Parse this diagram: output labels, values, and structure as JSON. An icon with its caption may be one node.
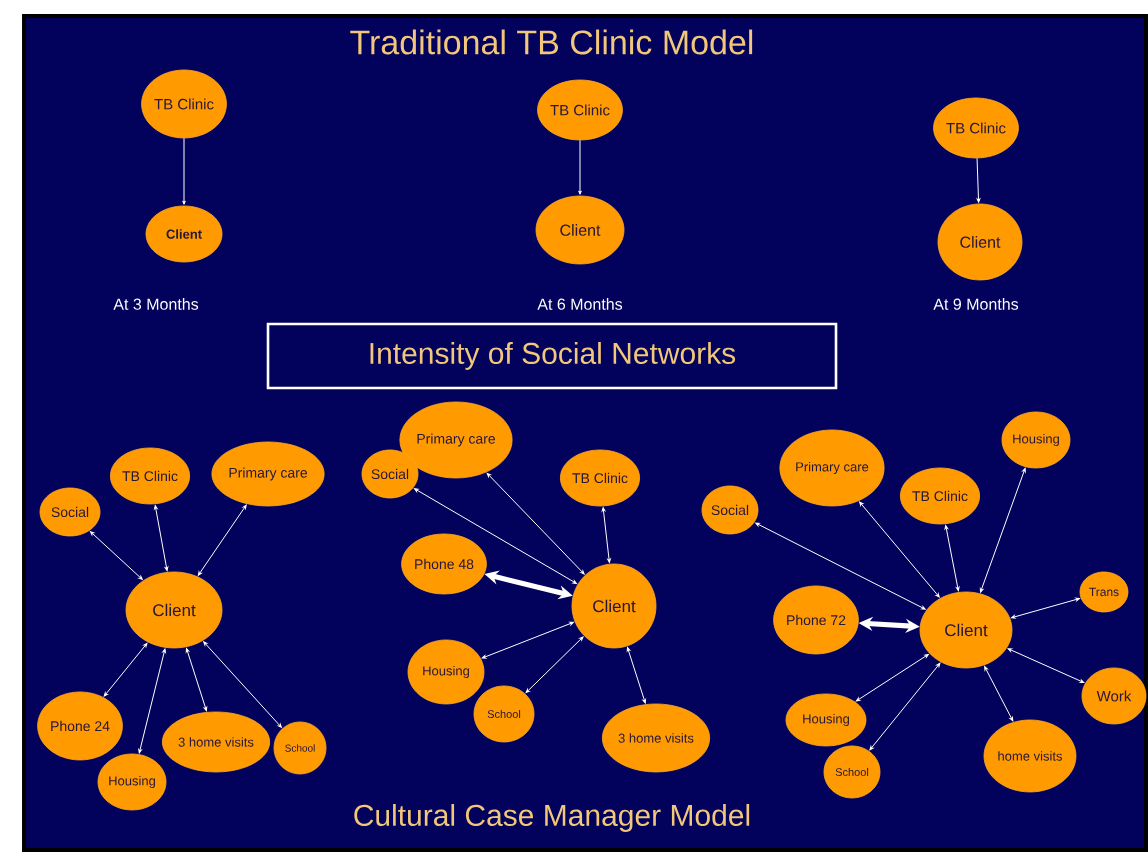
{
  "diagram": {
    "title": "Traditional TB Clinic Model",
    "nodes": [
      {
        "text": [
          "TB Clinic"
        ]
      },
      {
        "text": [
          "Client"
        ]
      },
      {
        "text": [
          "TB Clinic"
        ]
      },
      {
        "text": [
          "Client"
        ]
      },
      {
        "text": [
          "TB Clinic"
        ]
      },
      {
        "text": [
          "Client"
        ]
      },
      {
        "text": [
          "Intensity of Social Networks"
        ]
      },
      {
        "text": [
          "Social"
        ]
      },
      {
        "text": [
          "TB Clinic"
        ]
      },
      {
        "text": [
          "Primary care"
        ]
      },
      {
        "text": [
          "Client"
        ]
      },
      {
        "text": [
          "Phone 24"
        ]
      },
      {
        "text": [
          "Housing"
        ]
      },
      {
        "text": [
          "3 home visits"
        ]
      },
      {
        "text": [
          "School"
        ]
      },
      {
        "text": [
          "Primary care"
        ]
      },
      {
        "text": [
          "Social"
        ]
      },
      {
        "text": [
          "TB Clinic"
        ]
      },
      {
        "text": [
          "Phone 48"
        ]
      },
      {
        "text": [
          "Client"
        ]
      },
      {
        "text": [
          "Housing"
        ]
      },
      {
        "text": [
          "School"
        ]
      },
      {
        "text": [
          "3 home visits"
        ]
      },
      {
        "text": [
          "Housing"
        ]
      },
      {
        "text": [
          "Primary care"
        ]
      },
      {
        "text": [
          "Social"
        ]
      },
      {
        "text": [
          "TB Clinic"
        ]
      },
      {
        "text": [
          "Phone 72"
        ]
      },
      {
        "text": [
          "Client"
        ]
      },
      {
        "text": [
          "Trans"
        ]
      },
      {
        "text": [
          "Work"
        ]
      },
      {
        "text": [
          "Housing"
        ]
      },
      {
        "text": [
          "School"
        ]
      },
      {
        "text": [
          "home visits"
        ]
      }
    ],
    "edges": [
      {
        "from": 0,
        "to": 1,
        "arrow": "to"
      },
      {
        "from": 2,
        "to": 3,
        "arrow": "to"
      },
      {
        "from": 4,
        "to": 5,
        "arrow": "to"
      },
      {
        "from": 10,
        "to": 7,
        "arrow": "both"
      },
      {
        "from": 10,
        "to": 8,
        "arrow": "both"
      },
      {
        "from": 10,
        "to": 9,
        "arrow": "both"
      },
      {
        "from": 10,
        "to": 11,
        "arrow": "both"
      },
      {
        "from": 10,
        "to": 12,
        "arrow": "both"
      },
      {
        "from": 10,
        "to": 13,
        "arrow": "both"
      },
      {
        "from": 10,
        "to": 14,
        "arrow": "both"
      },
      {
        "from": 19,
        "to": 15,
        "arrow": "both"
      },
      {
        "from": 19,
        "to": 16,
        "arrow": "both"
      },
      {
        "from": 19,
        "to": 17,
        "arrow": "both"
      },
      {
        "from": 19,
        "to": 18,
        "arrow": "both",
        "style": "thick"
      },
      {
        "from": 19,
        "to": 20,
        "arrow": "both"
      },
      {
        "from": 19,
        "to": 21,
        "arrow": "both"
      },
      {
        "from": 19,
        "to": 22,
        "arrow": "both"
      },
      {
        "from": 28,
        "to": 23,
        "arrow": "both"
      },
      {
        "from": 28,
        "to": 24,
        "arrow": "both"
      },
      {
        "from": 28,
        "to": 25,
        "arrow": "both"
      },
      {
        "from": 28,
        "to": 26,
        "arrow": "both"
      },
      {
        "from": 28,
        "to": 27,
        "arrow": "both",
        "style": "thick"
      },
      {
        "from": 28,
        "to": 29,
        "arrow": "both"
      },
      {
        "from": 28,
        "to": 30,
        "arrow": "both"
      },
      {
        "from": 28,
        "to": 31,
        "arrow": "both"
      },
      {
        "from": 28,
        "to": 32,
        "arrow": "both"
      },
      {
        "from": 28,
        "to": 33,
        "arrow": "both"
      }
    ],
    "labels": [
      "At 3 Months",
      "At 6 Months",
      "At 9 Months",
      "Cultural Case Manager Model"
    ]
  }
}
